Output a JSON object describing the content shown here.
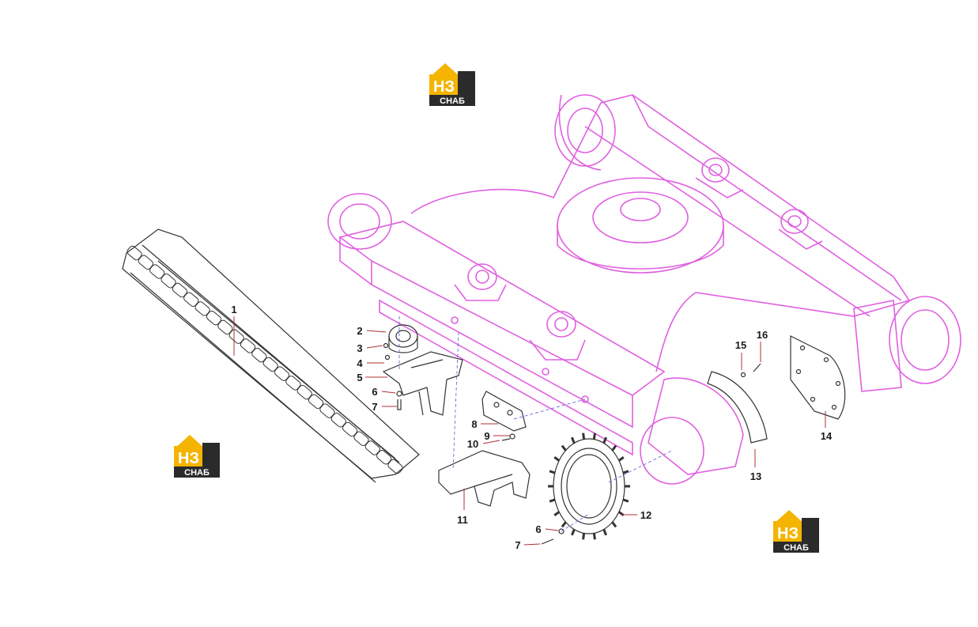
{
  "callouts": [
    {
      "id": "1",
      "label": "1"
    },
    {
      "id": "2",
      "label": "2"
    },
    {
      "id": "3",
      "label": "3"
    },
    {
      "id": "4",
      "label": "4"
    },
    {
      "id": "5",
      "label": "5"
    },
    {
      "id": "6a",
      "label": "6"
    },
    {
      "id": "7a",
      "label": "7"
    },
    {
      "id": "8",
      "label": "8"
    },
    {
      "id": "9",
      "label": "9"
    },
    {
      "id": "10",
      "label": "10"
    },
    {
      "id": "11",
      "label": "11"
    },
    {
      "id": "12",
      "label": "12"
    },
    {
      "id": "6b",
      "label": "6"
    },
    {
      "id": "7b",
      "label": "7"
    },
    {
      "id": "13",
      "label": "13"
    },
    {
      "id": "14",
      "label": "14"
    },
    {
      "id": "15",
      "label": "15"
    },
    {
      "id": "16",
      "label": "16"
    }
  ],
  "watermark": {
    "letters": "НЗ",
    "caption": "СНАБ",
    "colors": {
      "yellow": "#f4b400",
      "dark": "#2b2b2b"
    }
  },
  "colors": {
    "frame": "#e060e0",
    "parts": "#333333",
    "leader": "#b03030",
    "guide": "#5a5ad8"
  }
}
